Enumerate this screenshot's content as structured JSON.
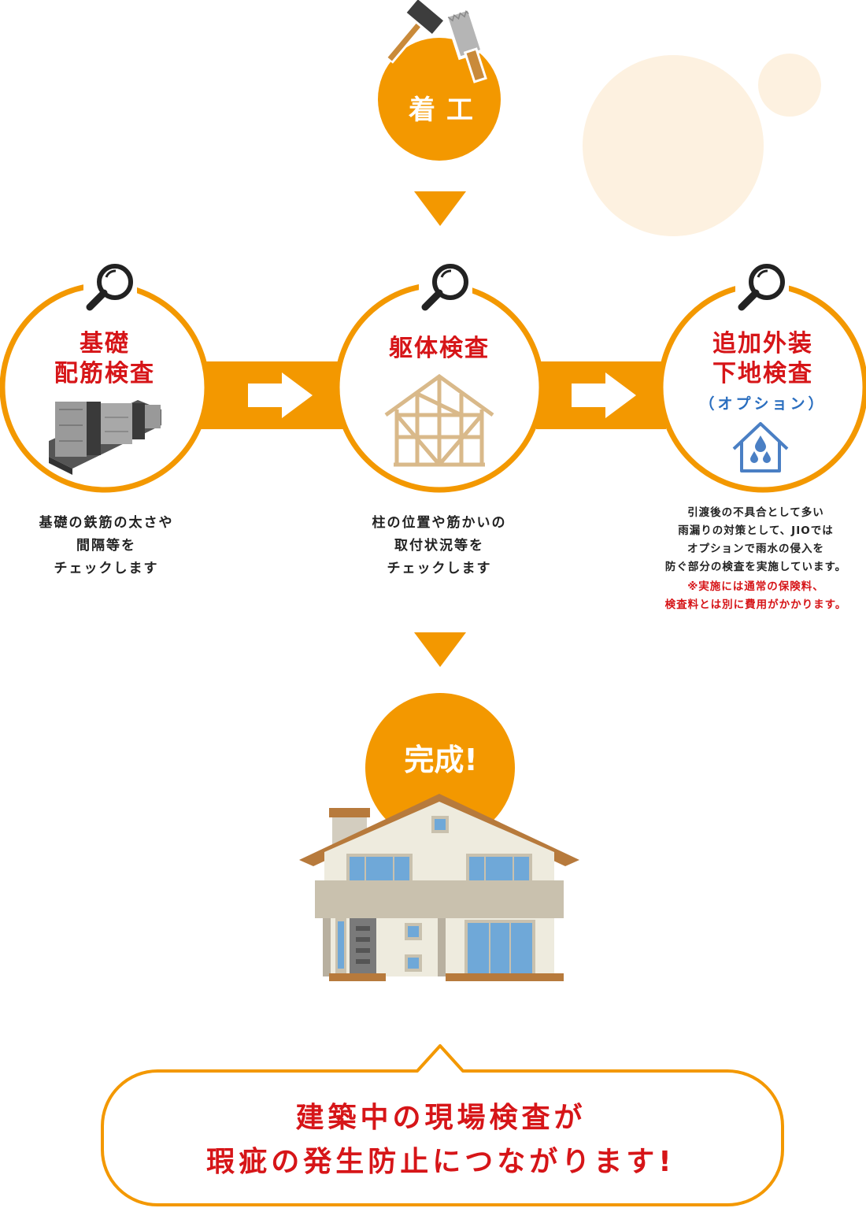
{
  "start": {
    "label": "着工"
  },
  "steps": [
    {
      "title_line1": "基礎",
      "title_line2": "配筋検査",
      "desc_line1": "基礎の鉄筋の太さや",
      "desc_line2": "間隔等を",
      "desc_line3": "チェックします"
    },
    {
      "title_line1": "躯体検査",
      "desc_line1": "柱の位置や筋かいの",
      "desc_line2": "取付状況等を",
      "desc_line3": "チェックします"
    },
    {
      "title_line1": "追加外装",
      "title_line2": "下地検査",
      "subtitle": "（オプション）",
      "desc_line1": "引渡後の不具合として多い",
      "desc_line2": "雨漏りの対策として、JIOでは",
      "desc_line3": "オプションで雨水の侵入を",
      "desc_line4": "防ぐ部分の検査を実施しています。",
      "note_line1": "※実施には通常の保険料、",
      "note_line2": "検査料とは別に費用がかかります。"
    }
  ],
  "finish": {
    "label": "完成!"
  },
  "bubble": {
    "line1": "建築中の現場検査が",
    "line2": "瑕疵の発生防止につながります!"
  },
  "colors": {
    "orange": "#f39800",
    "red": "#d61518",
    "blue": "#2a6ebf",
    "peach": "#fdf1e0"
  },
  "icons": [
    "hammer-icon",
    "saw-icon",
    "magnifier-icon",
    "foundation-icon",
    "house-frame-icon",
    "water-drop-house-icon",
    "arrow-right-icon",
    "arrow-down-icon",
    "house-illustration"
  ]
}
